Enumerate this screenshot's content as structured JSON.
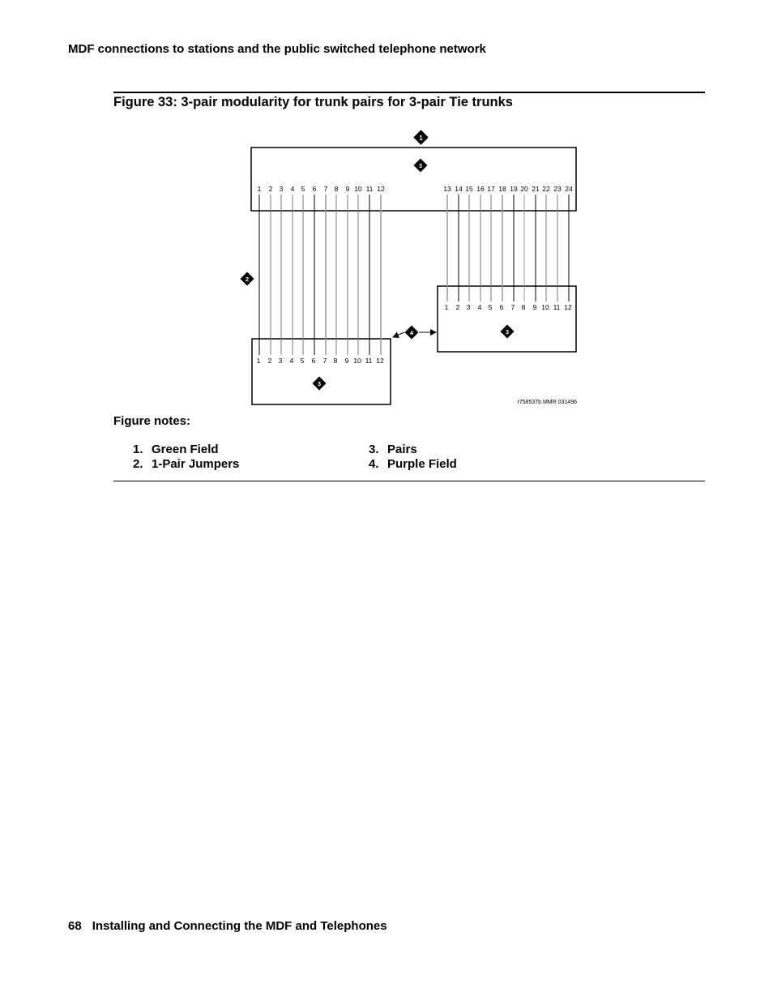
{
  "header": {
    "running_title": "MDF connections to stations and the public switched telephone network"
  },
  "figure": {
    "title": "Figure 33: 3-pair modularity for trunk pairs for 3-pair Tie trunks",
    "callouts": [
      "1",
      "2",
      "3",
      "4"
    ],
    "top_block": {
      "callout_outer": "1",
      "callout_inner": "3",
      "left_labels": [
        "1",
        "2",
        "3",
        "4",
        "5",
        "6",
        "7",
        "8",
        "9",
        "10",
        "11",
        "12"
      ],
      "right_labels": [
        "13",
        "14",
        "15",
        "16",
        "17",
        "18",
        "19",
        "20",
        "21",
        "22",
        "23",
        "24"
      ]
    },
    "bottom_left_block": {
      "callout": "3",
      "labels": [
        "1",
        "2",
        "3",
        "4",
        "5",
        "6",
        "7",
        "8",
        "9",
        "10",
        "11",
        "12"
      ]
    },
    "bottom_right_block": {
      "callout": "3",
      "labels": [
        "1",
        "2",
        "3",
        "4",
        "5",
        "6",
        "7",
        "8",
        "9",
        "10",
        "11",
        "12"
      ]
    },
    "jumper_callout": "2",
    "purple_field_callout": "4",
    "image_id": "r758537b MMR 031496",
    "colors": {
      "black_line": "#000000",
      "gray_line": "#9a9a9a"
    }
  },
  "notes": {
    "label": "Figure notes:",
    "items": [
      {
        "num": "1.",
        "text": "Green Field"
      },
      {
        "num": "2.",
        "text": "1-Pair Jumpers"
      },
      {
        "num": "3.",
        "text": "Pairs"
      },
      {
        "num": "4.",
        "text": "Purple Field"
      }
    ]
  },
  "footer": {
    "page_number": "68",
    "title": "Installing and Connecting the MDF and Telephones"
  }
}
